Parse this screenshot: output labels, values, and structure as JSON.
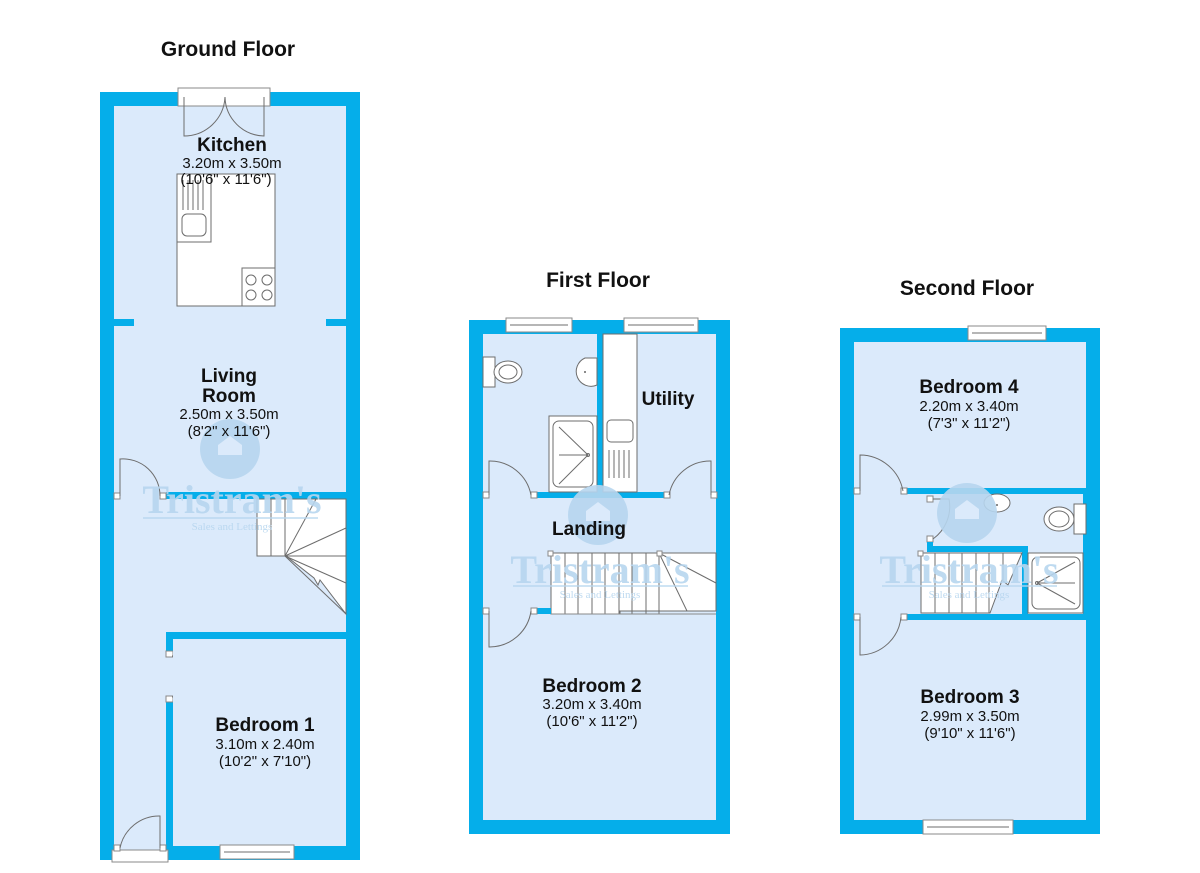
{
  "colors": {
    "wall": "#05aeea",
    "floor": "#dbeafb",
    "watermark": "#b7d6ef",
    "fixture": "#ffffff",
    "text": "#111111"
  },
  "watermark": {
    "brand": "Tristram's",
    "tagline": "Sales and Lettings",
    "icon": "house-logo-icon"
  },
  "floors": [
    {
      "title": "Ground Floor",
      "rooms": [
        {
          "name": "Kitchen",
          "metric": "3.20m x 3.50m",
          "imperial": "(10'6\" x 11'6\")"
        },
        {
          "name_line1": "Living",
          "name_line2": "Room",
          "metric": "2.50m x 3.50m",
          "imperial": "(8'2\" x 11'6\")"
        },
        {
          "name": "Bedroom 1",
          "metric": "3.10m x 2.40m",
          "imperial": "(10'2\" x 7'10\")"
        }
      ]
    },
    {
      "title": "First Floor",
      "rooms": [
        {
          "name": "Utility"
        },
        {
          "name": "Landing"
        },
        {
          "name": "Bedroom 2",
          "metric": "3.20m x 3.40m",
          "imperial": "(10'6\" x 11'2\")"
        }
      ]
    },
    {
      "title": "Second Floor",
      "rooms": [
        {
          "name": "Bedroom 4",
          "metric": "2.20m x 3.40m",
          "imperial": "(7'3\" x 11'2\")"
        },
        {
          "name": "Bedroom 3",
          "metric": "2.99m x 3.50m",
          "imperial": "(9'10\" x 11'6\")"
        }
      ]
    }
  ]
}
